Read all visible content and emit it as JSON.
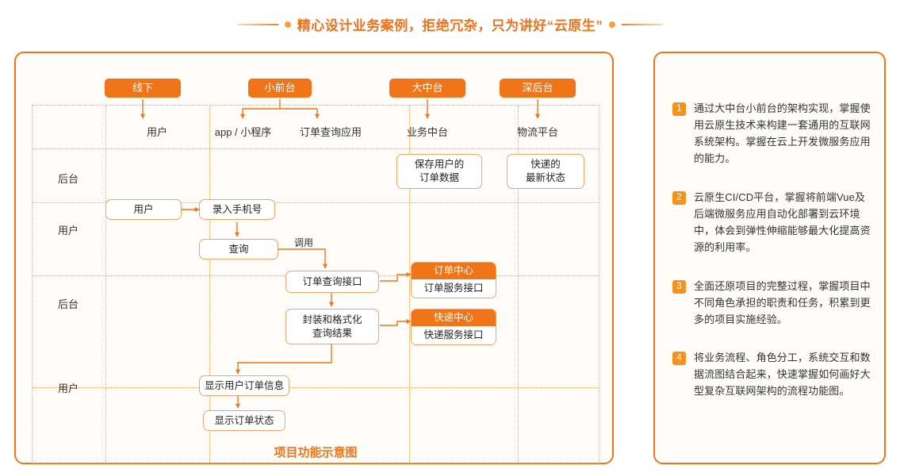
{
  "headline": {
    "text": "精心设计业务案例，拒绝冗杂，只为讲好“云原生”"
  },
  "diagram": {
    "caption": "项目功能示意图",
    "tags": [
      {
        "label": "线下"
      },
      {
        "label": "小前台"
      },
      {
        "label": "大中台"
      },
      {
        "label": "深后台"
      }
    ],
    "column_headers": [
      {
        "label": "用户"
      },
      {
        "label": "app / 小程序"
      },
      {
        "label": "订单查询应用"
      },
      {
        "label": "业务中台"
      },
      {
        "label": "物流平台"
      }
    ],
    "row_labels": [
      {
        "label": "后台"
      },
      {
        "label": "用户"
      },
      {
        "label": "后台"
      },
      {
        "label": "用户"
      }
    ],
    "nodes": [
      {
        "name": "store-order-data",
        "line1": "保存用户的",
        "line2": "订单数据"
      },
      {
        "name": "courier-status",
        "line1": "快递的",
        "line2": "最新状态"
      },
      {
        "name": "user",
        "line1": "用户",
        "line2": ""
      },
      {
        "name": "enter-phone",
        "line1": "录入手机号",
        "line2": ""
      },
      {
        "name": "query",
        "line1": "查询",
        "line2": ""
      },
      {
        "name": "order-query-api",
        "line1": "订单查询接口",
        "line2": ""
      },
      {
        "name": "wrap-format-result",
        "line1": "封装和格式化",
        "line2": "查询结果"
      },
      {
        "name": "show-order-info",
        "line1": "显示用户订单信息",
        "line2": ""
      },
      {
        "name": "show-order-status",
        "line1": "显示订单状态",
        "line2": ""
      }
    ],
    "services": [
      {
        "header": "订单中心",
        "body": "订单服务接口"
      },
      {
        "header": "快递中心",
        "body": "快递服务接口"
      }
    ],
    "edge_labels": [
      {
        "label": "调用"
      }
    ]
  },
  "highlights": {
    "items": [
      {
        "num": "1",
        "text": "通过大中台小前台的架构实现，掌握使用云原生技术来构建一套通用的互联网系统架构。掌握在云上开发微服务应用的能力。"
      },
      {
        "num": "2",
        "text": "云原生CI/CD平台，掌握将前端Vue及后端微服务应用自动化部署到云环境中，体会到弹性伸缩能够最大化提高资源的利用率。"
      },
      {
        "num": "3",
        "text": "全面还原项目的完整过程，掌握项目中不同角色承担的职责和任务，积累到更多的项目实施经验。"
      },
      {
        "num": "4",
        "text": "将业务流程、角色分工，系统交互和数据流图结合起来，快速掌握如何画好大型复杂互联网架构的流程功能图。"
      }
    ]
  },
  "colors": {
    "accent": "#ef7518",
    "accent_light": "#f5a76a",
    "panel_bg": "#fdfcf8",
    "title": "#f2711c"
  }
}
